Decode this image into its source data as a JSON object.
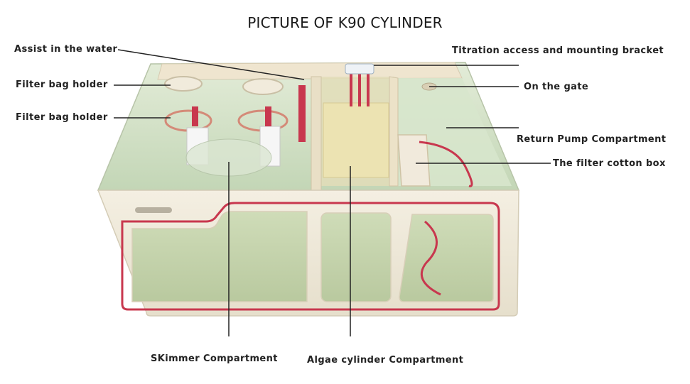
{
  "title": "PICTURE OF K90 CYLINDER",
  "labels": {
    "assist_water": "Assist in the water",
    "filter_bag_holder_1": "Filter bag holder",
    "filter_bag_holder_2": "Filter bag holder",
    "titration_access": "Titration access and mounting bracket",
    "on_the_gate": "On the gate",
    "return_pump": "Return Pump Compartment",
    "filter_cotton_box": "The filter cotton box",
    "skimmer": "SKimmer Compartment",
    "algae": "Algae cylinder Compartment"
  },
  "colors": {
    "tank_body": "#efe9da",
    "glass": "#cfe0c4",
    "accent_red": "#c8374e",
    "leader_line": "#222222"
  }
}
